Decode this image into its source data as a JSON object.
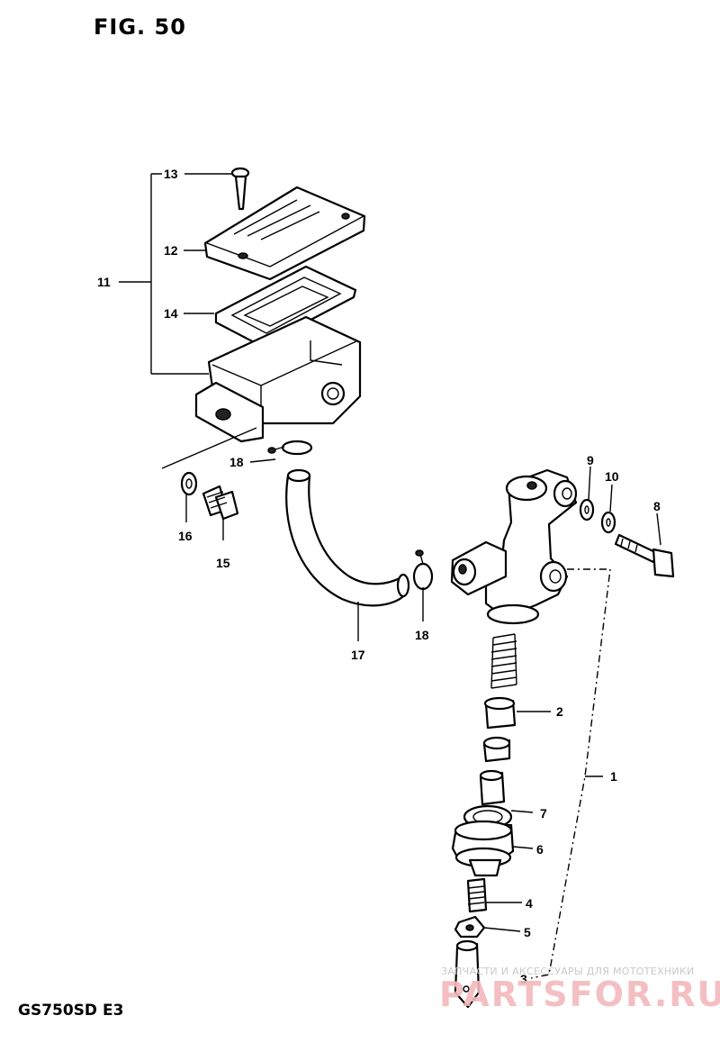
{
  "figure": {
    "title": "FIG. 50",
    "model": "GS750SD E3"
  },
  "watermark": {
    "tagline": "ЗАПЧАСТИ И АКСЕССУАРЫ ДЛЯ МОТОТЕХНИКИ",
    "brand": "PARTSFOR.RU"
  },
  "callouts": {
    "c1": "1",
    "c2": "2",
    "c3": "3",
    "c4": "4",
    "c5": "5",
    "c6": "6",
    "c7": "7",
    "c8": "8",
    "c9": "9",
    "c10": "10",
    "c11": "11",
    "c12": "12",
    "c13": "13",
    "c14": "14",
    "c15": "15",
    "c16": "16",
    "c17": "17",
    "c18a": "18",
    "c18b": "18"
  }
}
